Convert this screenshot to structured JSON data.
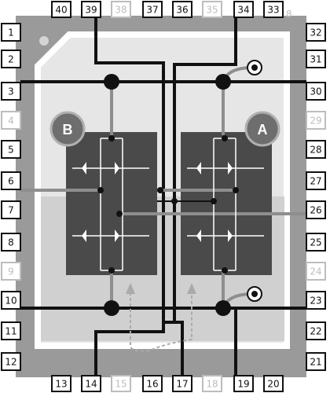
{
  "pins": {
    "left": [
      "1",
      "2",
      "3",
      "4",
      "5",
      "6",
      "7",
      "8",
      "9",
      "10",
      "11",
      "12"
    ],
    "right": [
      "32",
      "31",
      "30",
      "29",
      "28",
      "27",
      "26",
      "25",
      "24",
      "23",
      "22",
      "21"
    ],
    "top": [
      "40",
      "39",
      "38",
      "37",
      "36",
      "35",
      "34",
      "33"
    ],
    "bottom": [
      "13",
      "14",
      "15",
      "16",
      "17",
      "18",
      "19",
      "20"
    ],
    "inactive": [
      "4",
      "9",
      "15",
      "18",
      "24",
      "29",
      "35",
      "38"
    ]
  },
  "corner_mark": "8",
  "bridge_b_label": "B",
  "bridge_a_label": "A",
  "colors": {
    "package": "#9a9a9a",
    "substrate": "#e6e6e6",
    "die": "#4a4a4a",
    "trace": "#111111",
    "bridge_circle": "#6e6e6e",
    "pin_active_border": "#111111",
    "pin_inactive_border": "#bdbdbd",
    "pin_inactive_text": "#bdbdbd"
  }
}
